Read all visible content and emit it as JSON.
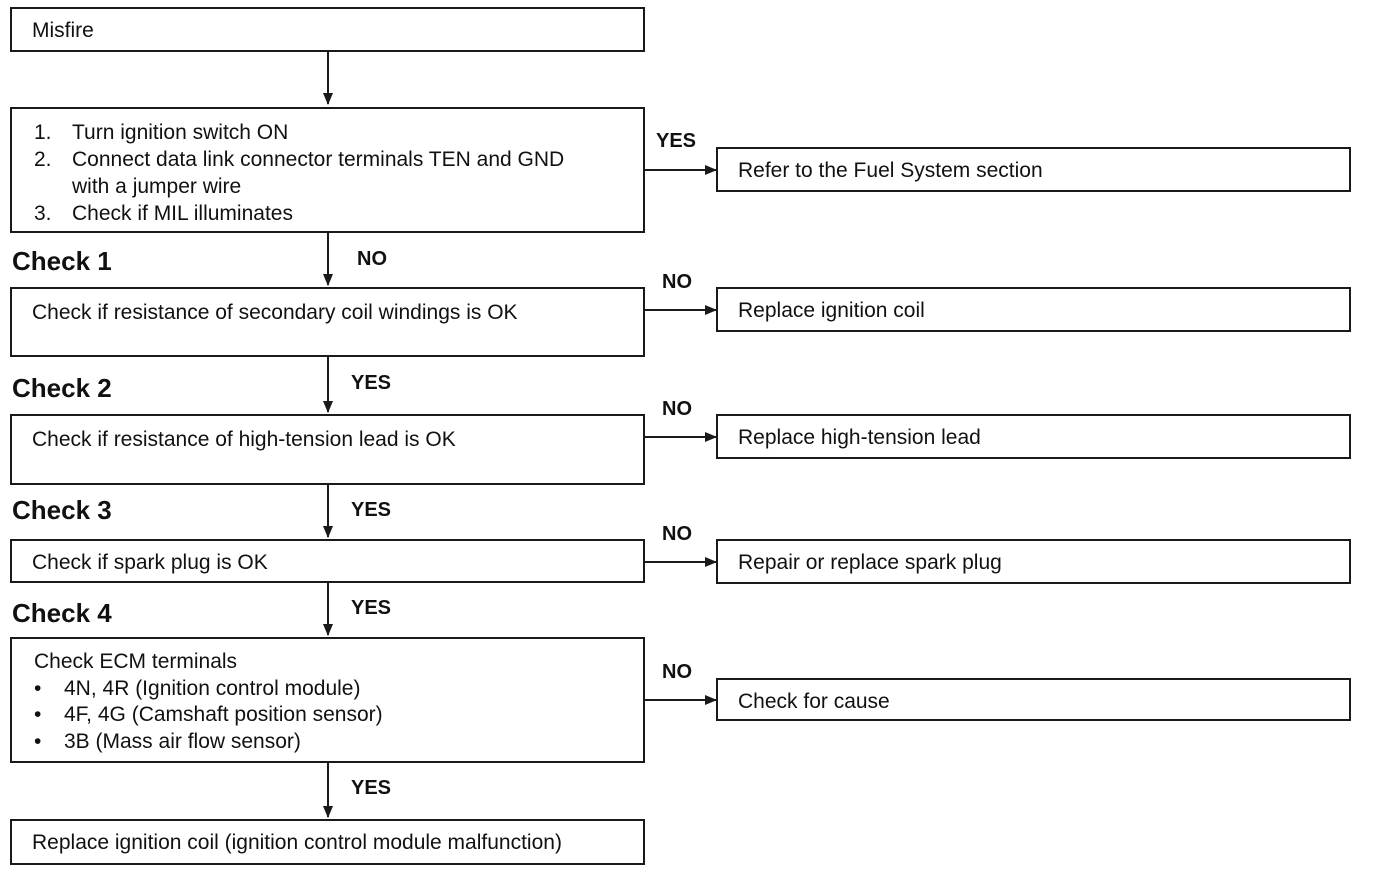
{
  "nodes": {
    "misfire": "Misfire",
    "step1": {
      "items": [
        {
          "num": "1.",
          "text": "Turn ignition switch ON"
        },
        {
          "num": "2.",
          "text": "Connect data link connector terminals TEN and GND"
        },
        {
          "num": "",
          "text": "with a jumper wire"
        },
        {
          "num": "3.",
          "text": "Check if MIL illuminates"
        }
      ]
    },
    "fuel_system": "Refer to the Fuel System section",
    "check1": "Check if resistance of secondary coil windings is OK",
    "replace_coil": "Replace ignition coil",
    "check2": "Check if resistance of high-tension lead is OK",
    "replace_lead": "Replace high-tension lead",
    "check3": "Check if spark plug is OK",
    "repair_plug": "Repair or replace spark plug",
    "check4": {
      "title": "Check ECM terminals",
      "bullets": [
        "4N, 4R (Ignition control module)",
        "4F, 4G (Camshaft position sensor)",
        "3B (Mass air flow sensor)"
      ],
      "bullet_char": "•"
    },
    "check_cause": "Check for cause",
    "final": "Replace ignition coil (ignition control module malfunction)"
  },
  "headings": {
    "check1": "Check 1",
    "check2": "Check 2",
    "check3": "Check 3",
    "check4": "Check 4"
  },
  "edge_labels": {
    "step1_yes": "YES",
    "step1_no": "NO",
    "check1_no": "NO",
    "check1_yes": "YES",
    "check2_no": "NO",
    "check2_yes": "YES",
    "check3_no": "NO",
    "check3_yes": "YES",
    "check4_no": "NO",
    "check4_yes": "YES"
  }
}
